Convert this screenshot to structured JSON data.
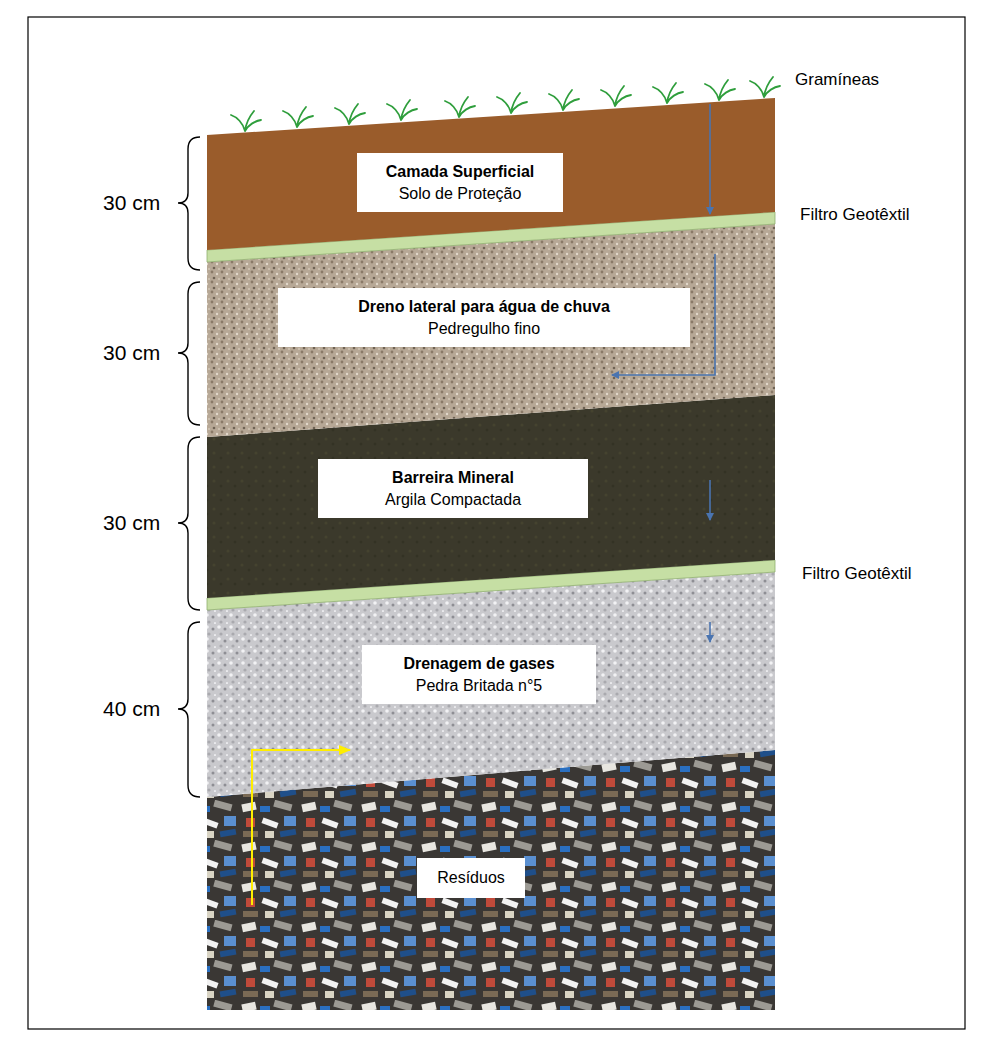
{
  "diagram": {
    "nodes": [
      {
        "text": [
          "Camada Superficial",
          "Solo de Proteção"
        ]
      },
      {
        "text": [
          "Dreno lateral para água de chuva",
          "Pedregulho fino"
        ]
      },
      {
        "text": [
          "Barreira Mineral",
          "Argila Compactada"
        ]
      },
      {
        "text": [
          "Drenagem de gases",
          "Pedra Britada n°5"
        ]
      },
      {
        "text": [
          "Resíduos"
        ]
      }
    ],
    "labels": [
      "Gramíneas",
      "Filtro Geotêxtil",
      "Filtro Geotêxtil",
      "30 cm",
      "30 cm",
      "30 cm",
      "40 cm"
    ]
  }
}
